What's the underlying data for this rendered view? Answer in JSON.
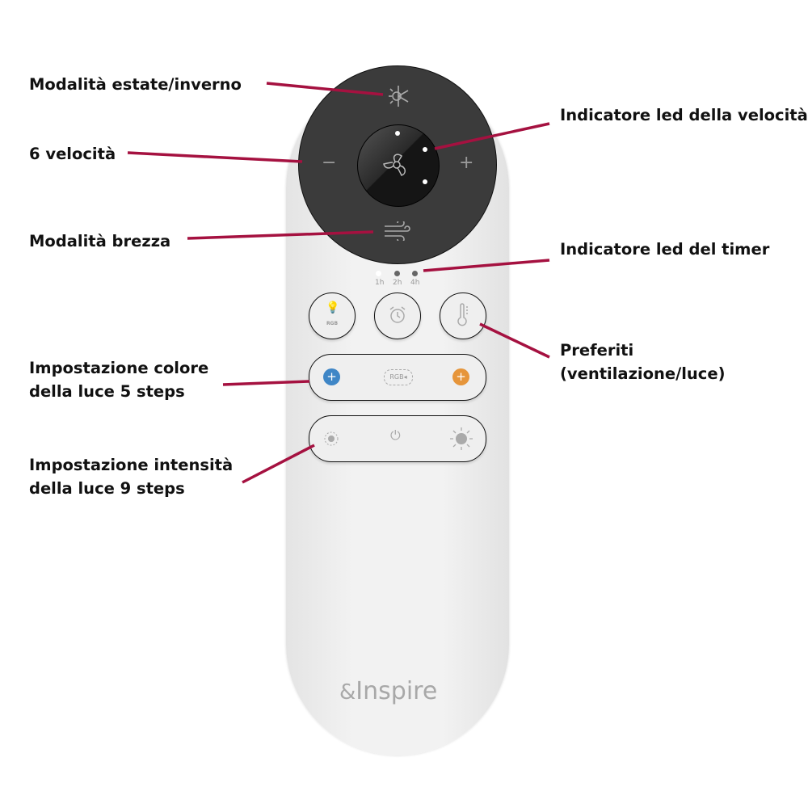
{
  "labels": {
    "summer_winter": "Modalità estate/inverno",
    "speeds": "6 velocità",
    "breeze": "Modalità brezza",
    "speed_led": "Indicatore led della velocità",
    "timer_led": "Indicatore led del timer",
    "favorites_1": "Preferiti",
    "favorites_2": "(ventilazione/luce)",
    "color_1": "Impostazione colore",
    "color_2": "della luce 5 steps",
    "intensity_1": "Impostazione intensità",
    "intensity_2": "della luce 9 steps"
  },
  "remote": {
    "minus": "−",
    "plus": "+",
    "timers": [
      "1h",
      "2h",
      "4h"
    ],
    "rgb_label": "RGB",
    "rgb_cycle": "RGB◂",
    "brand": "Inspire"
  },
  "colors": {
    "leader": "#a51140",
    "cool": "#3f86c6",
    "warm": "#e6953a"
  }
}
